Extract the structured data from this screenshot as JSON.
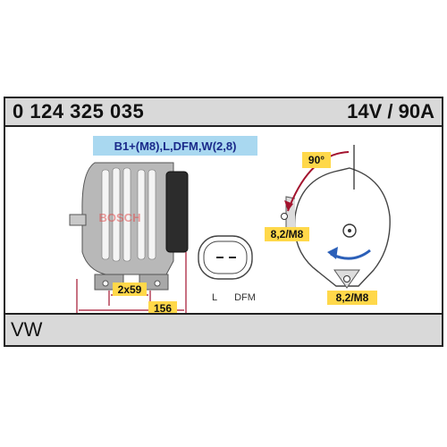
{
  "header": {
    "part_number": "0 124 325 035",
    "rating": "14V / 90A"
  },
  "terminals": "B1+(M8),L,DFM,W(2,8)",
  "dimensions": {
    "width_small": "2x59",
    "width_total": "156"
  },
  "connector": {
    "label_left": "L",
    "label_right": "DFM"
  },
  "mounting": {
    "angle": "90°",
    "bolt_upper": "8,2/M8",
    "bolt_lower": "8,2/M8"
  },
  "watermark": "BOSCH",
  "footer": {
    "brand": "VW"
  },
  "colors": {
    "header_bg": "#d9d9d9",
    "tag_blue_bg": "#a9d8f0",
    "tag_yellow_bg": "#ffd84a",
    "dim_line": "#a3132e",
    "rotation_arrow": "#2b5fb8"
  }
}
